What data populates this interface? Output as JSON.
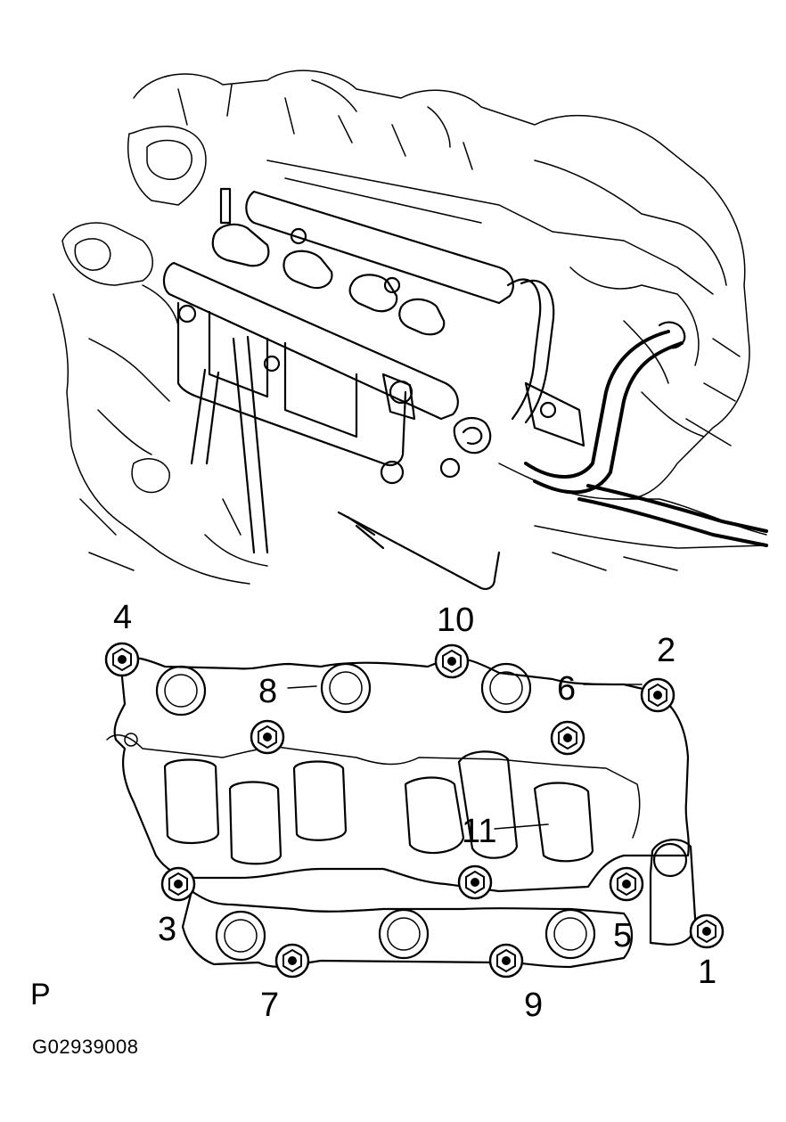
{
  "labels": {
    "bolt_1": "1",
    "bolt_2": "2",
    "bolt_3": "3",
    "bolt_4": "4",
    "bolt_5": "5",
    "bolt_6": "6",
    "bolt_7": "7",
    "bolt_8": "8",
    "bolt_9": "9",
    "bolt_10": "10",
    "bolt_11": "11"
  },
  "caption": {
    "view": "P",
    "figure_code": "G02939008"
  }
}
